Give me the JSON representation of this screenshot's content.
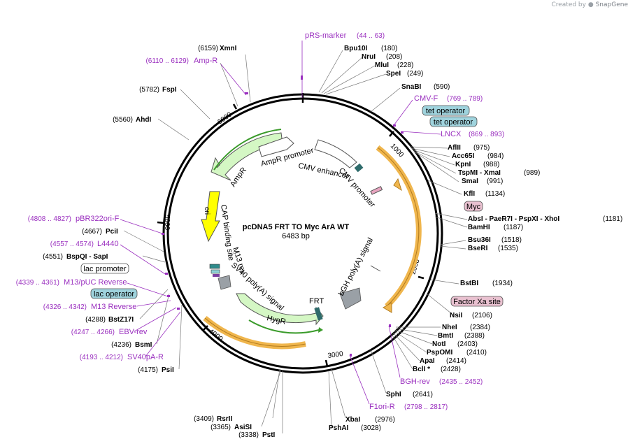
{
  "credit": {
    "prefix": "Created by",
    "brand": "SnapGene"
  },
  "plasmid": {
    "name": "pcDNA5 FRT TO Myc ArA WT",
    "length": "6483 bp"
  },
  "ticks": [
    "1000",
    "2000",
    "3000",
    "4000",
    "5000",
    "6000"
  ],
  "features": {
    "ampr": "AmpR",
    "ampr_promoter": "AmpR promoter",
    "cmv_enhancer": "CMV enhancer",
    "cmv_promoter": "CMV promoter",
    "ori": "ori",
    "cap": "CAP binding site",
    "m13rev": "M13 rev",
    "sv40": "SV40 poly(A) signal",
    "hygr": "HygR",
    "frt": "FRT",
    "bgh": "bGH poly(A) signal"
  },
  "sites_left": [
    {
      "pos": "(6159)",
      "name": "XmnI"
    },
    {
      "pos": "(5782)",
      "name": "FspI"
    },
    {
      "pos": "(5560)",
      "name": "AhdI"
    },
    {
      "pos": "(4667)",
      "name": "PciI"
    },
    {
      "pos": "(4551)",
      "name": "BspQI  - SapI"
    },
    {
      "pos": "(4288)",
      "name": "BstZ17I"
    },
    {
      "pos": "(4236)",
      "name": "BsmI"
    },
    {
      "pos": "(4175)",
      "name": "PsiI"
    }
  ],
  "sites_top": [
    {
      "name": "Bpu10I",
      "pos": "(180)"
    },
    {
      "name": "NruI",
      "pos": "(208)"
    },
    {
      "name": "MluI",
      "pos": "(228)"
    },
    {
      "name": "SpeI",
      "pos": "(249)"
    },
    {
      "name": "SnaBI",
      "pos": "(590)"
    }
  ],
  "sites_right": [
    {
      "name": "AflII",
      "pos": "(975)"
    },
    {
      "name": "Acc65I",
      "pos": "(984)"
    },
    {
      "name": "KpnI",
      "pos": "(988)"
    },
    {
      "name": "TspMI  - XmaI",
      "pos": "(989)"
    },
    {
      "name": "SmaI",
      "pos": "(991)"
    },
    {
      "name": "KflI",
      "pos": "(1134)"
    },
    {
      "name": "AbsI  - PaeR7I  - PspXI  - XhoI",
      "pos": "(1181)"
    },
    {
      "name": "BamHI",
      "pos": "(1187)"
    },
    {
      "name": "Bsu36I",
      "pos": "(1518)"
    },
    {
      "name": "BseRI",
      "pos": "(1535)"
    },
    {
      "name": "BstBI",
      "pos": "(1934)"
    },
    {
      "name": "NsiI",
      "pos": "(2106)"
    },
    {
      "name": "NheI",
      "pos": "(2384)"
    },
    {
      "name": "BmtI",
      "pos": "(2388)"
    },
    {
      "name": "NotI",
      "pos": "(2403)"
    },
    {
      "name": "PspOMI",
      "pos": "(2410)"
    },
    {
      "name": "ApaI",
      "pos": "(2414)"
    },
    {
      "name": "BclI *",
      "pos": "(2428)"
    },
    {
      "name": "SphI",
      "pos": "(2641)"
    },
    {
      "name": "XbaI",
      "pos": "(2976)"
    },
    {
      "name": "PshAI",
      "pos": "(3028)"
    }
  ],
  "sites_bottom": [
    {
      "pos": "(3409)",
      "name": "RsrII"
    },
    {
      "pos": "(3365)",
      "name": "AsiSI"
    },
    {
      "pos": "(3338)",
      "name": "PstI"
    }
  ],
  "primers": [
    {
      "name": "pRS-marker",
      "range": "(44 .. 63)"
    },
    {
      "name": "Amp-R",
      "range": "(6110 .. 6129)"
    },
    {
      "name": "CMV-F",
      "range": "(769 .. 789)"
    },
    {
      "name": "LNCX",
      "range": "(869 .. 893)"
    },
    {
      "name": "pBR322ori-F",
      "range": "(4808 .. 4827)"
    },
    {
      "name": "L4440",
      "range": "(4557 .. 4574)"
    },
    {
      "name": "M13/pUC Reverse",
      "range": "(4339 .. 4361)"
    },
    {
      "name": "M13 Reverse",
      "range": "(4326 .. 4342)"
    },
    {
      "name": "EBV-rev",
      "range": "(4247 .. 4266)"
    },
    {
      "name": "SV40pA-R",
      "range": "(4193 .. 4212)"
    },
    {
      "name": "BGH-rev",
      "range": "(2435 .. 2452)"
    },
    {
      "name": "F1ori-R",
      "range": "(2798 .. 2817)"
    }
  ],
  "boxes": {
    "tet1": "tet operator",
    "tet2": "tet operator",
    "myc": "Myc",
    "lac_promoter": "lac promoter",
    "lac_operator": "lac operator",
    "factor_xa": "Factor Xa site"
  },
  "colors": {
    "enzyme": "#000000",
    "primer": "#9a2fbf",
    "orf": "#d4f7c4",
    "ori": "#ffff00",
    "annotation": "#f0b64d",
    "box_blue": "#9fd3dd",
    "box_pink": "#e9c1d0"
  }
}
